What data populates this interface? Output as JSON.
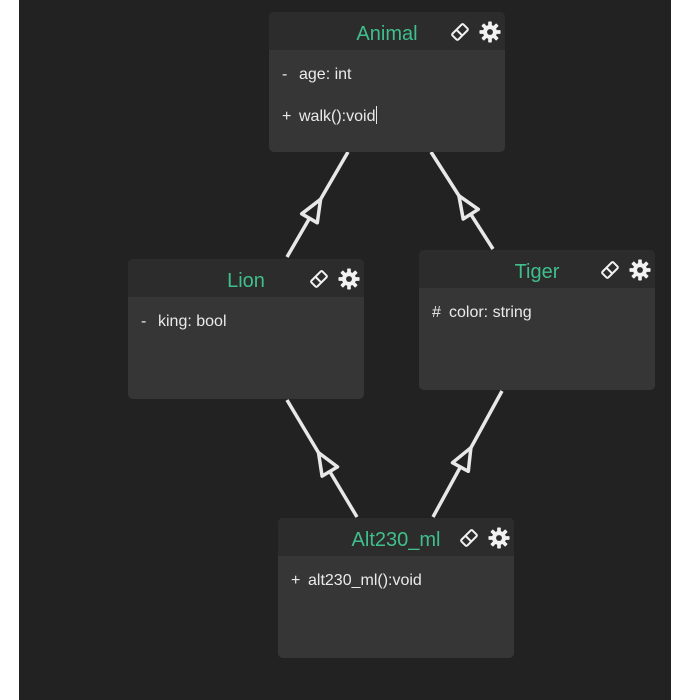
{
  "colors": {
    "canvas": "#222222",
    "node_body": "#363636",
    "node_header": "#2c2c2c",
    "title": "#3fbf8c",
    "text": "#eaeaea",
    "edge": "#e8e8e8"
  },
  "icons": [
    "eraser-icon",
    "gear-icon"
  ],
  "classes": [
    {
      "id": "animal",
      "name": "Animal",
      "members": [
        {
          "visibility": "-",
          "text": "age: int"
        },
        {
          "visibility": "+",
          "text": "walk():void",
          "editing": true
        }
      ]
    },
    {
      "id": "lion",
      "name": "Lion",
      "members": [
        {
          "visibility": "-",
          "text": "king: bool"
        }
      ]
    },
    {
      "id": "tiger",
      "name": "Tiger",
      "members": [
        {
          "visibility": "#",
          "text": "color: string"
        }
      ]
    },
    {
      "id": "alt230",
      "name": "Alt230_ml",
      "members": [
        {
          "visibility": "+",
          "text": "alt230_ml():void"
        }
      ]
    }
  ],
  "relations": [
    {
      "type": "inheritance",
      "from": "lion",
      "to": "animal"
    },
    {
      "type": "inheritance",
      "from": "tiger",
      "to": "animal"
    },
    {
      "type": "inheritance",
      "from": "alt230",
      "to": "lion"
    },
    {
      "type": "inheritance",
      "from": "alt230",
      "to": "tiger"
    }
  ]
}
